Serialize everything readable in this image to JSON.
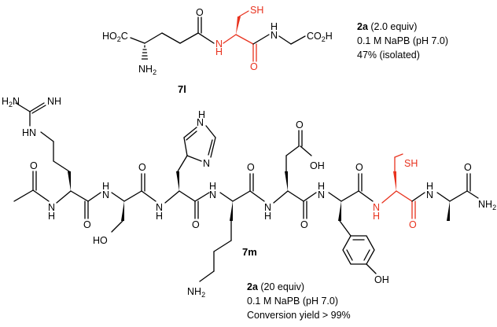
{
  "compound_7l": {
    "label": "7l",
    "conditions": {
      "reagent": "2a",
      "reagent_amount": "(2.0 equiv)",
      "buffer": "0.1 M NaPB (pH 7.0)",
      "yield": "47% (isolated)"
    }
  },
  "compound_7m": {
    "label": "7m",
    "conditions": {
      "reagent": "2a",
      "reagent_amount": "(20 equiv)",
      "buffer": "0.1 M NaPB (pH 7.0)",
      "yield": "Conversion yield > 99%"
    }
  },
  "colors": {
    "highlight": "#e8321e",
    "ink": "#000000"
  }
}
